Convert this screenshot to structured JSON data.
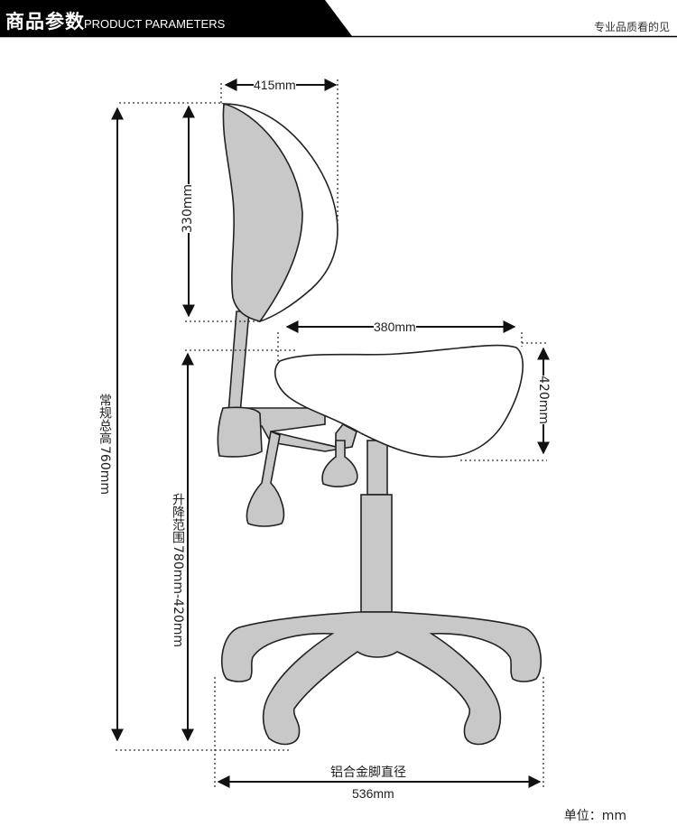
{
  "header": {
    "title_zh": "商品参数",
    "title_en": "PRODUCT PARAMETERS",
    "tagline": "专业品质看的见"
  },
  "dimensions": {
    "backrest_width": "415mm",
    "backrest_height": "330mm",
    "seat_width": "380mm",
    "seat_depth": "420mm",
    "total_height_label": "常规总高",
    "total_height_value": "760mm",
    "lift_range_label": "升降范围",
    "lift_range_value": "780mm-420mm",
    "base_diameter_label": "铝合金脚直径",
    "base_diameter_value": "536mm"
  },
  "unit": "单位：mm",
  "colors": {
    "header_bg": "#000000",
    "chair_fill": "#c8c8c8",
    "outline": "#222222"
  }
}
